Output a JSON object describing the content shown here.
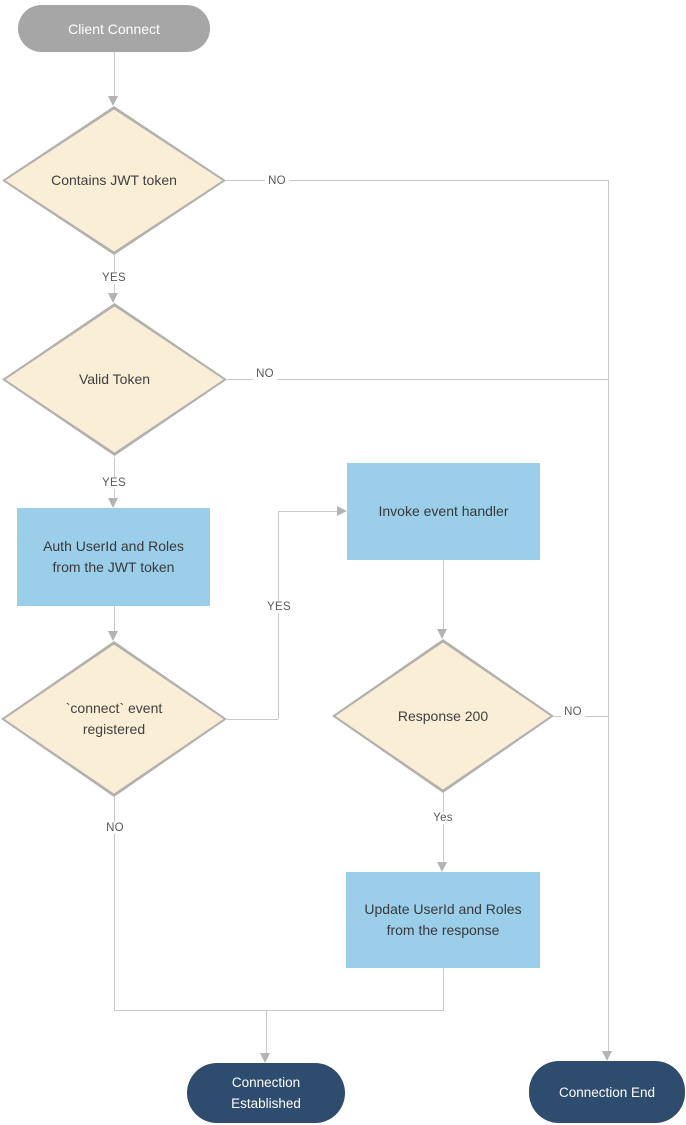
{
  "diagram": {
    "type": "flowchart",
    "nodes": {
      "start": {
        "label": "Client Connect",
        "shape": "terminator"
      },
      "contains_jwt": {
        "label": "Contains JWT token",
        "shape": "decision"
      },
      "valid_token": {
        "label": "Valid Token",
        "shape": "decision"
      },
      "auth_userid": {
        "label": "Auth UserId and Roles from the JWT token",
        "shape": "process"
      },
      "connect_event": {
        "label": "`connect` event registered",
        "shape": "decision"
      },
      "invoke_handler": {
        "label": "Invoke event handler",
        "shape": "process"
      },
      "response_200": {
        "label": "Response 200",
        "shape": "decision"
      },
      "update_userid": {
        "label": "Update UserId and Roles from the response",
        "shape": "process"
      },
      "connection_established": {
        "label": "Connection Established",
        "shape": "terminator"
      },
      "connection_end": {
        "label": "Connection End",
        "shape": "terminator"
      }
    },
    "edge_labels": {
      "contains_jwt_no": "NO",
      "contains_jwt_yes": "YES",
      "valid_token_no": "NO",
      "valid_token_yes": "YES",
      "connect_event_yes": "YES",
      "connect_event_no": "NO",
      "response_200_no": "NO",
      "response_200_yes": "Yes"
    }
  },
  "colors": {
    "start_fill": "#a6a6a6",
    "end_fill": "#2e4c6d",
    "process_fill": "#9bcee8",
    "process_text": "#37393c",
    "diamond_fill": "#faeed6",
    "diamond_border": "#b4b1ad",
    "node_text": "#3f3f3f",
    "line": "#c8c8c8",
    "arrow": "#b3b3b3",
    "label_text": "#595959"
  }
}
